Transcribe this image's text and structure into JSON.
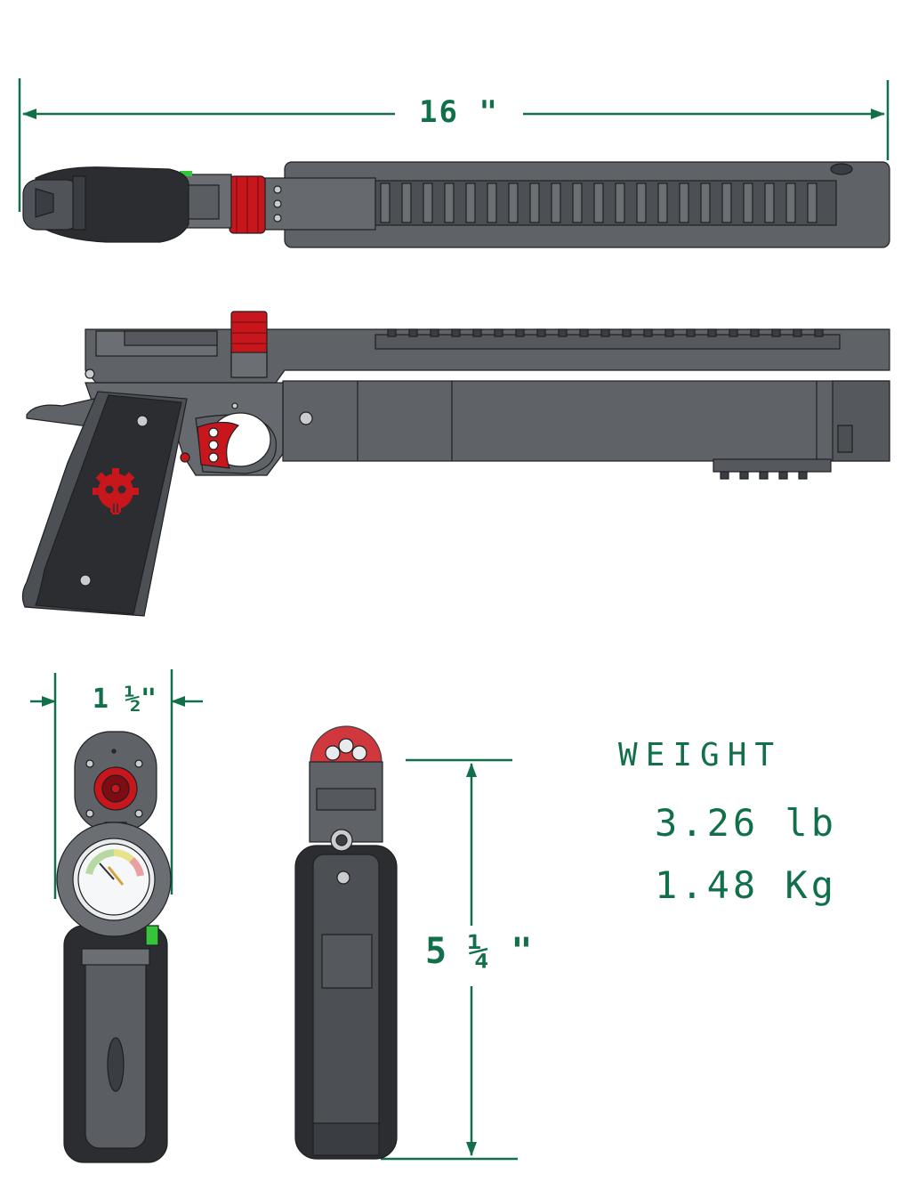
{
  "dimensions": {
    "overall_length": "16 \"",
    "width": "1 ½\"",
    "height": "5 ¼ \""
  },
  "weight": {
    "title": "WEIGHT",
    "pounds": "3.26 lb",
    "kilograms": "1.48 Kg"
  },
  "colors": {
    "annotation_green": "#11704a",
    "body_gray": "#5f6266",
    "dark_gray": "#3a3d41",
    "grip_black": "#2b2d30",
    "accent_red": "#c8161d",
    "indicator_green": "#35c43a"
  }
}
